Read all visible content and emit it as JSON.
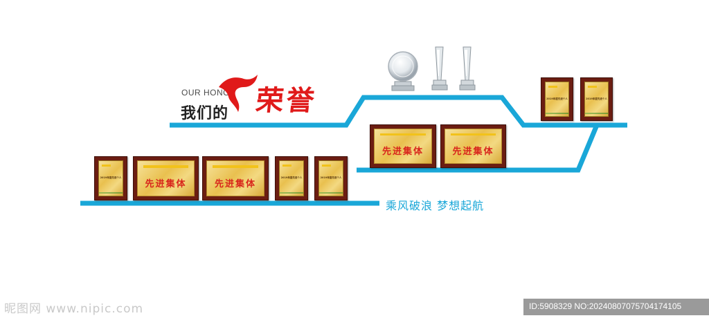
{
  "header": {
    "subtitle": "OUR HONOR",
    "prefix": "我们的",
    "title": "荣誉"
  },
  "slogan": "乘风破浪 梦想起航",
  "plaques": {
    "advanced_label": "先进集体",
    "certificate_caption": "2019年度先进个人"
  },
  "watermark": {
    "site": "昵图网 www.nipic.com",
    "id": "ID:5908329 NO:20240807075704174105"
  },
  "colors": {
    "shelf": "#1aa7d8",
    "title_red": "#e01a1a",
    "frame": "#6b1d12",
    "gold": "#e9c04f"
  }
}
